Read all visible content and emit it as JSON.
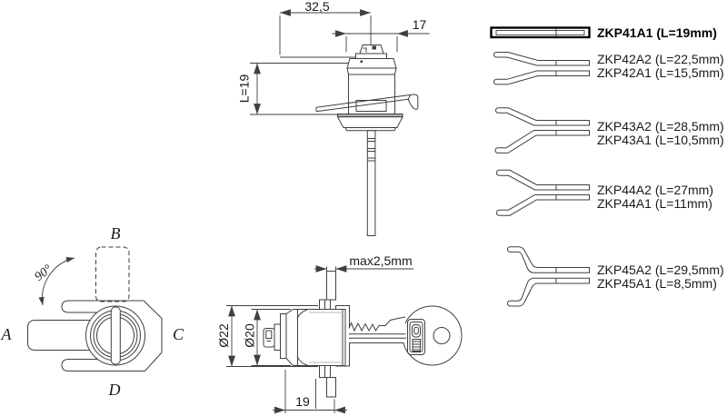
{
  "colors": {
    "line": "#3f3f3f",
    "text": "#1a1a1a",
    "bold": "#000000",
    "gray_fill": "#ababab",
    "background": "#ffffff"
  },
  "top_view": {
    "dim_overall": "32,5",
    "dim_cap": "17",
    "dim_body_length": "L=19"
  },
  "front_view": {
    "rotation": "90°",
    "pos_a": "A",
    "pos_b": "B",
    "pos_c": "C",
    "pos_d": "D"
  },
  "side_view": {
    "dim_panel_thickness": "max2,5mm",
    "dim_outer": "Ø22",
    "dim_barrel": "Ø20",
    "dim_depth": "19"
  },
  "cam_variants": {
    "items": [
      {
        "label": "ZKP41A1 (L=19mm)"
      },
      {
        "label": "ZKP42A2 (L=22,5mm)"
      },
      {
        "label": "ZKP42A1 (L=15,5mm)"
      },
      {
        "label": "ZKP43A2 (L=28,5mm)"
      },
      {
        "label": "ZKP43A1 (L=10,5mm)"
      },
      {
        "label": "ZKP44A2 (L=27mm)"
      },
      {
        "label": "ZKP44A1 (L=11mm)"
      },
      {
        "label": "ZKP45A2 (L=29,5mm)"
      },
      {
        "label": "ZKP45A1 (L=8,5mm)"
      }
    ]
  }
}
